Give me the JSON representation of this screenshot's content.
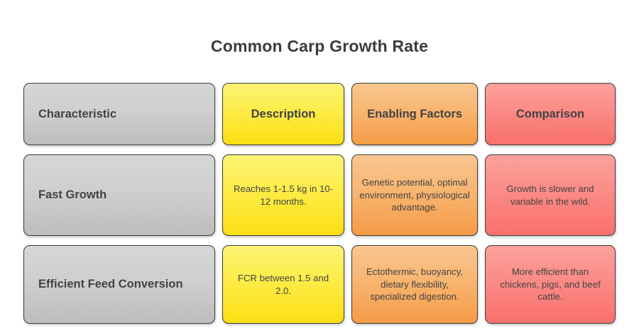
{
  "page": {
    "title": "Common Carp Growth Rate",
    "background_color": "#ffffff"
  },
  "colors": {
    "column_gray_top": "#d6d6d6",
    "column_gray_bottom": "#bdbdbd",
    "column_yellow_top": "#fdf375",
    "column_yellow_bottom": "#fbdf12",
    "column_orange_top": "#f9c690",
    "column_orange_bottom": "#f59b45",
    "column_red_top": "#fca19c",
    "column_red_bottom": "#f9706d",
    "text": "#434343",
    "title_text": "#3c3c3c",
    "cell_border": "#3d3d3d"
  },
  "table": {
    "headers": [
      "Characteristic",
      "Description",
      "Enabling\nFactors",
      "Comparison"
    ],
    "header_cells": {
      "characteristic": "Characteristic",
      "description": "Description",
      "enabling_factors_line1": "Enabling",
      "enabling_factors_line2": "Factors",
      "comparison": "Comparison"
    },
    "rows": [
      {
        "characteristic": "Fast Growth",
        "description": "Reaches 1-1.5 kg in 10-12 months.",
        "enabling_factors": "Genetic potential, optimal environment, physiological advantage.",
        "comparison": "Growth is slower and variable in the wild."
      },
      {
        "characteristic": "Efficient Feed Conversion",
        "description": "FCR between 1.5 and 2.0.",
        "enabling_factors": "Ectothermic, buoyancy, dietary flexibility, specialized digestion.",
        "comparison": "More efficient than chickens, pigs, and beef cattle."
      }
    ]
  }
}
